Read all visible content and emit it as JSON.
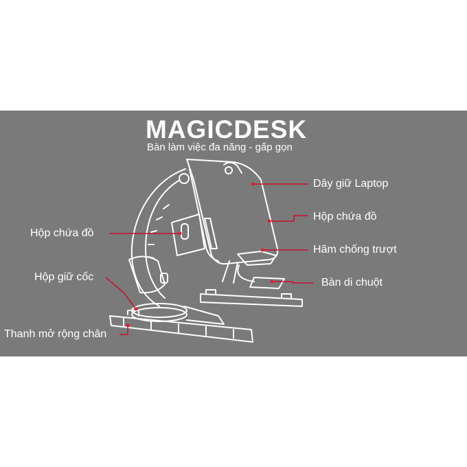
{
  "header": {
    "title": "MAGICDESK",
    "subtitle": "Bàn làm việc đa năng - gấp gọn"
  },
  "callouts": {
    "day_giu_laptop": "Dây giữ Laptop",
    "hop_chua_do_right": "Hộp chứa đồ",
    "ham_chong_truot": "Hãm chống trượt",
    "ban_di_chuot": "Bàn di chuột",
    "hop_chua_do_left": "Hộp chứa đồ",
    "hop_giu_coc": "Hộp giữ cốc",
    "thanh_mo_rong_chan": "Thanh mở rộng chân"
  },
  "colors": {
    "panel": "#7a7a7a",
    "line_art": "#ffffff",
    "leader": "#c8102e",
    "leader_dot": "#e02030"
  }
}
